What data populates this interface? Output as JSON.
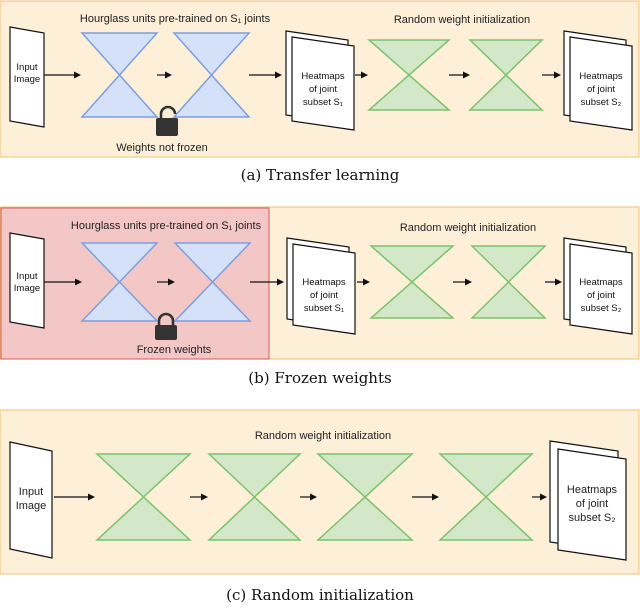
{
  "panels": [
    {
      "caption": "(a) Transfer learning",
      "pretrained_label": "Hourglass units pre-trained on S₁ joints",
      "random_label": "Random weight initialization",
      "lock_label": "Weights not frozen",
      "lock_state": "unlocked",
      "input_label": [
        "Input",
        "Image"
      ],
      "heatmap1": [
        "Heatmaps",
        "of joint",
        "subset S₁"
      ],
      "heatmap2": [
        "Heatmaps",
        "of joint",
        "subset S₂"
      ]
    },
    {
      "caption": "(b) Frozen weights",
      "pretrained_label": "Hourglass units pre-trained on S₁ joints",
      "random_label": "Random weight initialization",
      "lock_label": "Frozen weights",
      "lock_state": "locked",
      "input_label": [
        "Input",
        "Image"
      ],
      "heatmap1": [
        "Heatmaps",
        "of joint",
        "subset S₁"
      ],
      "heatmap2": [
        "Heatmaps",
        "of joint",
        "subset S₂"
      ]
    },
    {
      "caption": "(c)  Random initialization",
      "random_label": "Random weight initialization",
      "input_label": [
        "Input",
        "Image"
      ],
      "heatmap2": [
        "Heatmaps",
        "of joint",
        "subset S₂"
      ]
    }
  ],
  "colors": {
    "panel_bg": "#fdefd8",
    "panel_border": "#f0c078",
    "frozen_bg": "#f4c7c7",
    "frozen_border": "#d95a5a",
    "blue_fill": "#d4e1f8",
    "blue_stroke": "#7d9fe0",
    "green_fill": "#d3e8c8",
    "green_stroke": "#7cc36a"
  }
}
